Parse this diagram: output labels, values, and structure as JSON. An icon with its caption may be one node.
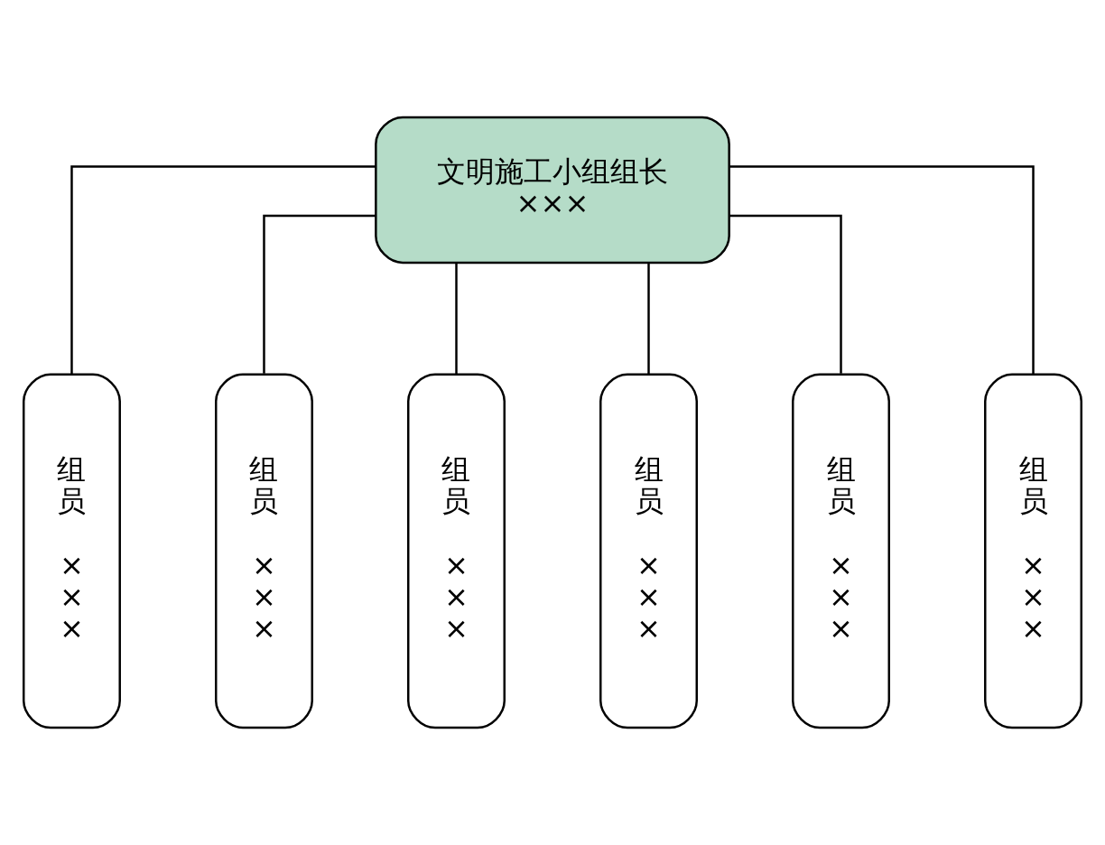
{
  "diagram": {
    "nodes": [
      {
        "text": [
          "文明施工小组组长",
          "×××"
        ]
      },
      {
        "text": [
          "组员",
          "×××"
        ]
      },
      {
        "text": [
          "组员",
          "×××"
        ]
      },
      {
        "text": [
          "组员",
          "×××"
        ]
      },
      {
        "text": [
          "组员",
          "×××"
        ]
      },
      {
        "text": [
          "组员",
          "×××"
        ]
      },
      {
        "text": [
          "组员",
          "×××"
        ]
      }
    ],
    "edges": [
      {
        "from": 0,
        "to": 1,
        "arrow": "none"
      },
      {
        "from": 0,
        "to": 2,
        "arrow": "none"
      },
      {
        "from": 0,
        "to": 3,
        "arrow": "none"
      },
      {
        "from": 0,
        "to": 4,
        "arrow": "none"
      },
      {
        "from": 0,
        "to": 5,
        "arrow": "none"
      },
      {
        "from": 0,
        "to": 6,
        "arrow": "none"
      }
    ]
  }
}
